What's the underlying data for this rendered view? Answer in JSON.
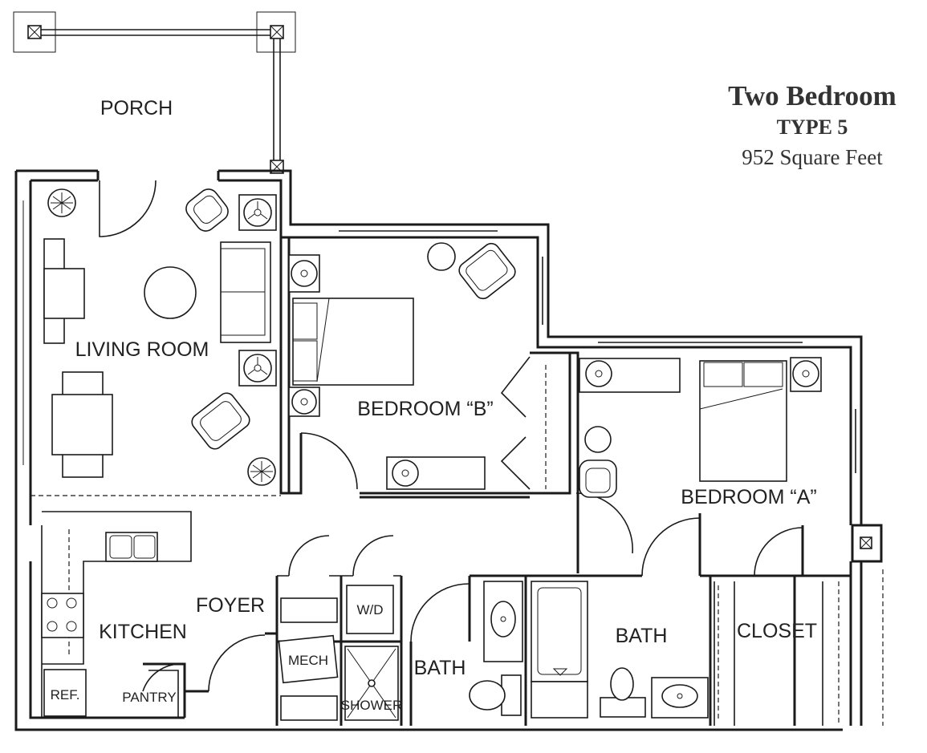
{
  "title": {
    "name": "Two Bedroom",
    "type": "TYPE 5",
    "area": "952 Square Feet"
  },
  "rooms": {
    "porch": "PORCH",
    "living_room": "LIVING ROOM",
    "bedroom_b": "BEDROOM “B”",
    "bedroom_a": "BEDROOM “A”",
    "kitchen": "KITCHEN",
    "foyer": "FOYER",
    "bath_1": "BATH",
    "bath_2": "BATH",
    "closet": "CLOSET"
  },
  "fixtures": {
    "ref": "REF.",
    "pantry": "PANTRY",
    "wd": "W/D",
    "mech": "MECH",
    "shower": "SHOWER"
  }
}
